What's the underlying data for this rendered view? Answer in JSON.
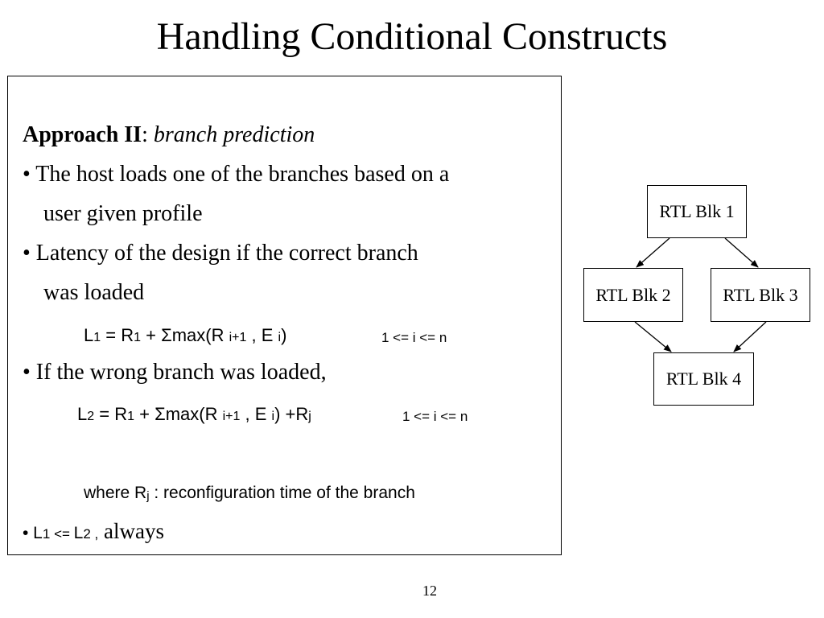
{
  "slide": {
    "title": "Handling Conditional Constructs",
    "page_number": "12"
  },
  "content": {
    "approach_label": "Approach II",
    "approach_colon": ":",
    "approach_name": "branch prediction",
    "bullet_1_line_1": "• The host loads one of the branches based on a",
    "bullet_1_line_2": "user given profile",
    "bullet_2_line_1": "• Latency of the design if the correct branch",
    "bullet_2_line_2": "was loaded",
    "eq1": {
      "lhs_var": "L",
      "lhs_sub": "1",
      "eq_r": " = R",
      "r_sub": "1",
      "plus_sigma": " + Σ",
      "max_open": "max(R ",
      "max_sub1": "i+1",
      "comma_e": " , E ",
      "max_sub2": "i",
      "close": ")",
      "range": "1 <=  i <= n"
    },
    "bullet_3": "• If the wrong branch was loaded,",
    "eq2": {
      "lhs_var": "L",
      "lhs_sub": "2",
      "eq_r": " = R",
      "r_sub": "1",
      "plus_sigma": " + Σ",
      "max_open": "max(R ",
      "max_sub1": "i+1",
      "comma_e": " , E ",
      "max_sub2": "i",
      "close_plus": ") +R",
      "rj_sub": "j",
      "range": "1 <=  i <= n"
    },
    "where_note": {
      "prefix": "where R",
      "sub": "j",
      "suffix": " : reconfiguration time of the branch"
    },
    "bullet_4": {
      "bullet": "• L",
      "sub1": "1",
      "le": " <= ",
      "l2": "L",
      "sub2": "2",
      "comma": " ,",
      "always": " always"
    }
  },
  "diagram": {
    "blocks": [
      "RTL Blk 1",
      "RTL Blk 2",
      "RTL Blk 3",
      "RTL Blk 4"
    ]
  }
}
